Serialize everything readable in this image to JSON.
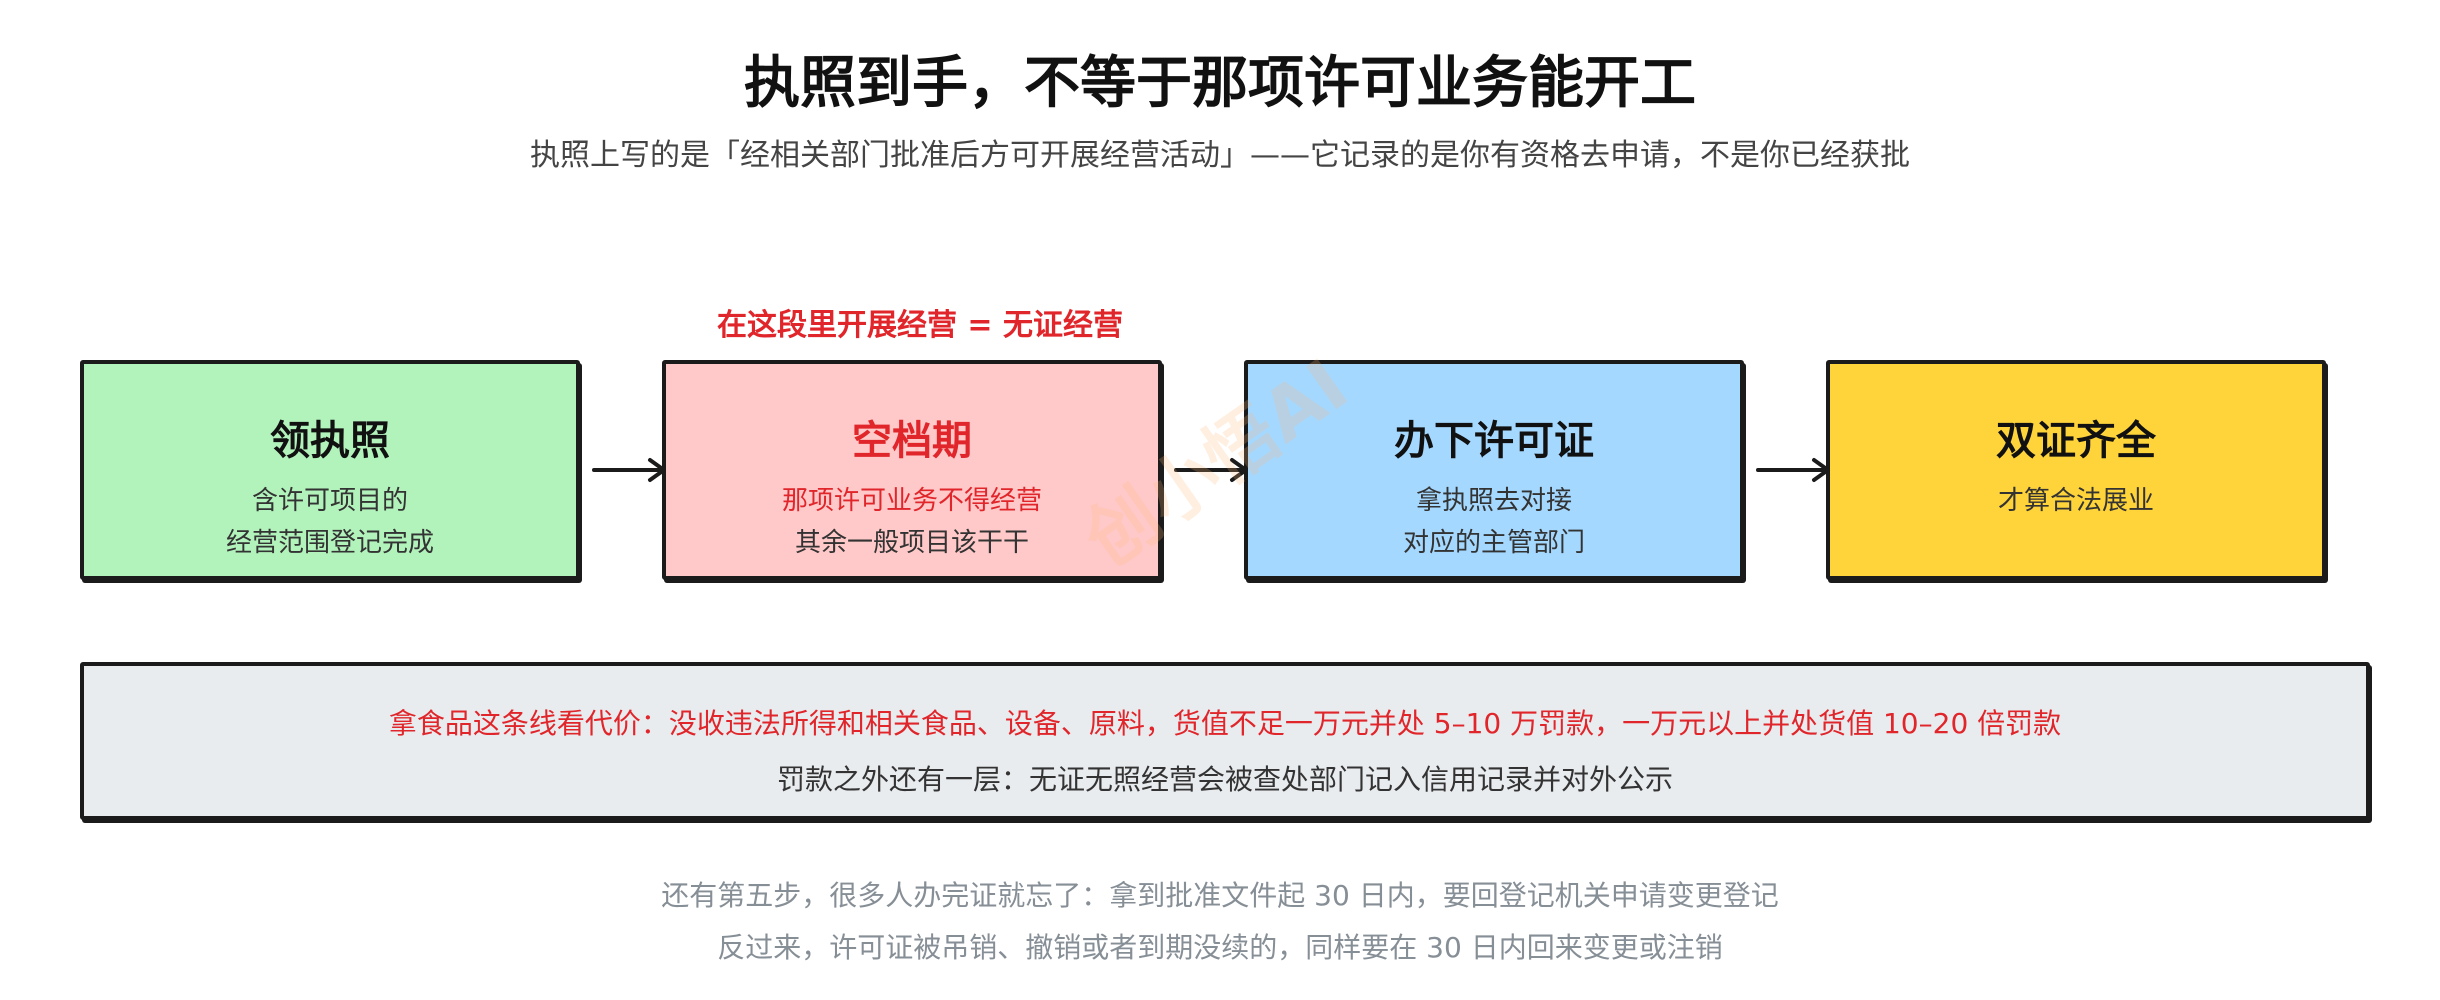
{
  "title": "执照到手，不等于那项许可业务能开工",
  "subtitle": "执照上写的是「经相关部门批准后方可开展经营活动」——它记录的是你有资格去申请，不是你已经获批",
  "annotation": "在这段里开展经营 = 无证经营",
  "steps": [
    {
      "heading": "领执照",
      "lines": [
        "含许可项目的",
        "经营范围登记完成"
      ],
      "color": "#b2f2bb"
    },
    {
      "heading": "空档期",
      "lines": [
        "那项许可业务不得经营",
        "其余一般项目该干干"
      ],
      "color": "#ffc9c9"
    },
    {
      "heading": "办下许可证",
      "lines": [
        "拿执照去对接",
        "对应的主管部门"
      ],
      "color": "#a5d8ff"
    },
    {
      "heading": "双证齐全",
      "lines": [
        "才算合法展业"
      ],
      "color": "#ffd43b"
    }
  ],
  "penalty": {
    "line1": "拿食品这条线看代价：没收违法所得和相关食品、设备、原料，货值不足一万元并处 5–10 万罚款，一万元以上并处货值 10–20 倍罚款",
    "line2": "罚款之外还有一层：无证无照经营会被查处部门记入信用记录并对外公示"
  },
  "footer": {
    "line1": "还有第五步，很多人办完证就忘了：拿到批准文件起 30 日内，要回登记机关申请变更登记",
    "line2": "反过来，许可证被吊销、撤销或者到期没续的，同样要在 30 日内回来变更或注销"
  },
  "watermark": "创小悟AI",
  "colors": {
    "accent_red": "#e0262b",
    "border": "#1b1b1b"
  }
}
